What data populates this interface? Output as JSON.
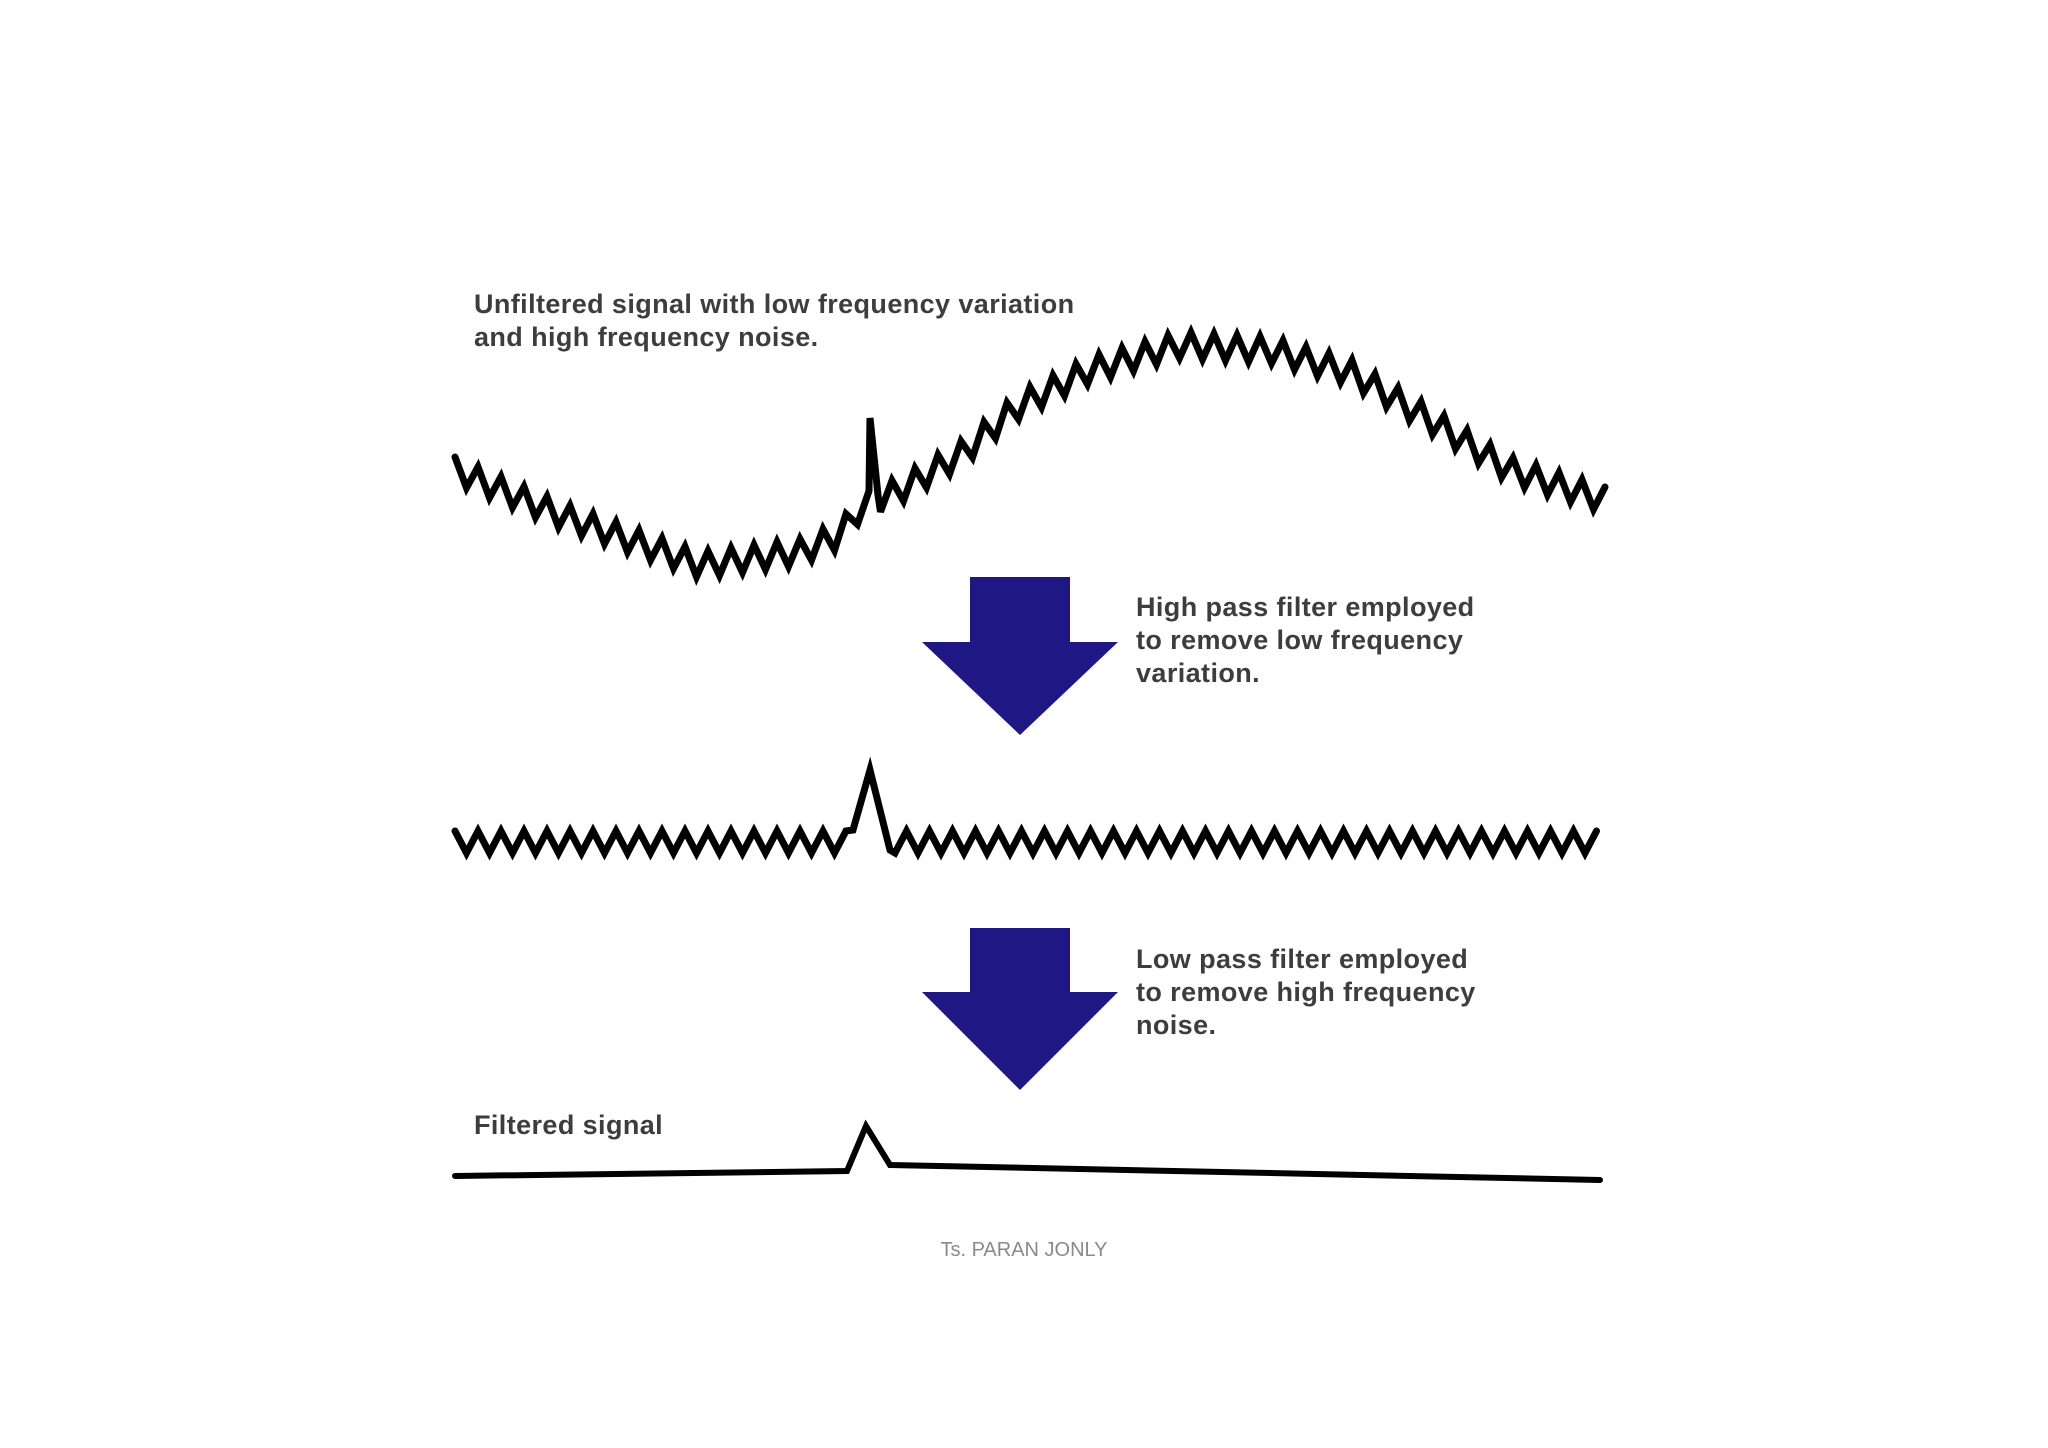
{
  "diagram": {
    "unfiltered_label": [
      "Unfiltered signal with low frequency variation",
      "and high frequency noise."
    ],
    "high_pass_label": [
      "High pass filter employed",
      "to remove low frequency",
      "variation."
    ],
    "low_pass_label": [
      "Low pass filter employed",
      "to remove high frequency",
      "noise."
    ],
    "filtered_label": "Filtered signal",
    "arrow_color": "#1f1784",
    "signal_color": "#000000"
  },
  "footer": {
    "author": "Ts. PARAN JONLY"
  }
}
